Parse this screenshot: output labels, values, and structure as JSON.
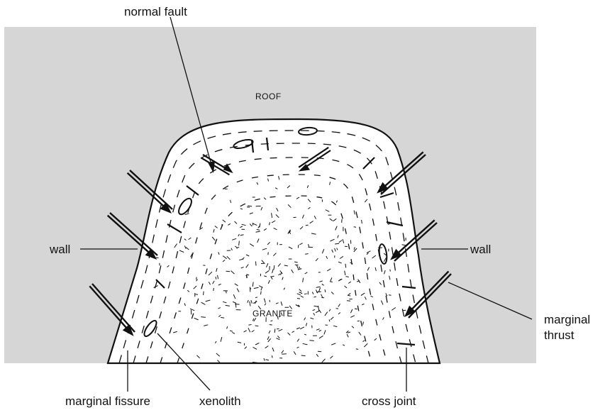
{
  "diagram": {
    "colors": {
      "country_rock": "#d6d6d6",
      "pluton": "#ffffff",
      "ink": "#111111"
    },
    "regions": {
      "roof": "ROOF",
      "core": "GRANITE"
    },
    "labels": {
      "normal_fault": "normal fault",
      "wall_left": "wall",
      "wall_right": "wall",
      "marginal_thrust_line1": "marginal",
      "marginal_thrust_line2": "thrust",
      "marginal_fissure": "marginal fissure",
      "xenolith": "xenolith",
      "cross_joint": "cross joint"
    }
  }
}
